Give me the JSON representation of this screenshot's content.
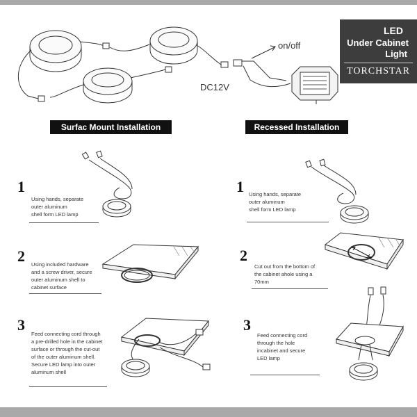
{
  "brand": {
    "line1": "LED",
    "line2": "Under Cabinet",
    "line3": "Light",
    "name": "TORCHSTAR"
  },
  "wiring": {
    "switch_label": "on/off",
    "voltage_label": "DC12V"
  },
  "surface": {
    "heading": "Surfac Mount Installation",
    "steps": [
      {
        "number": "1",
        "text": [
          "Using hands, separate",
          "outer aluminum",
          "shell form LED lamp"
        ]
      },
      {
        "number": "2",
        "text": [
          "Using included hardware",
          "and a screw driver, secure",
          "outer aluminum shell to",
          "cabinet surface"
        ]
      },
      {
        "number": "3",
        "text": [
          "Feed connecting cord through",
          "a pre-drilled hole in the cabinet",
          "surface or through the cut-out",
          "of the outer aluminum shell.",
          "Secure LED lamp into outer",
          "aluminum shell"
        ]
      }
    ]
  },
  "recessed": {
    "heading": "Recessed Installation",
    "steps": [
      {
        "number": "1",
        "text": [
          "Using hands, separate",
          "outer aluminum",
          "shell form LED lamp"
        ]
      },
      {
        "number": "2",
        "text": [
          "Cut out from the bottom of",
          "the cabinet ahole using a",
          "70mm"
        ]
      },
      {
        "number": "3",
        "text": [
          "Feed connecting cord",
          "through the hole",
          "incabinet and secure",
          "LED lamp"
        ]
      }
    ]
  }
}
